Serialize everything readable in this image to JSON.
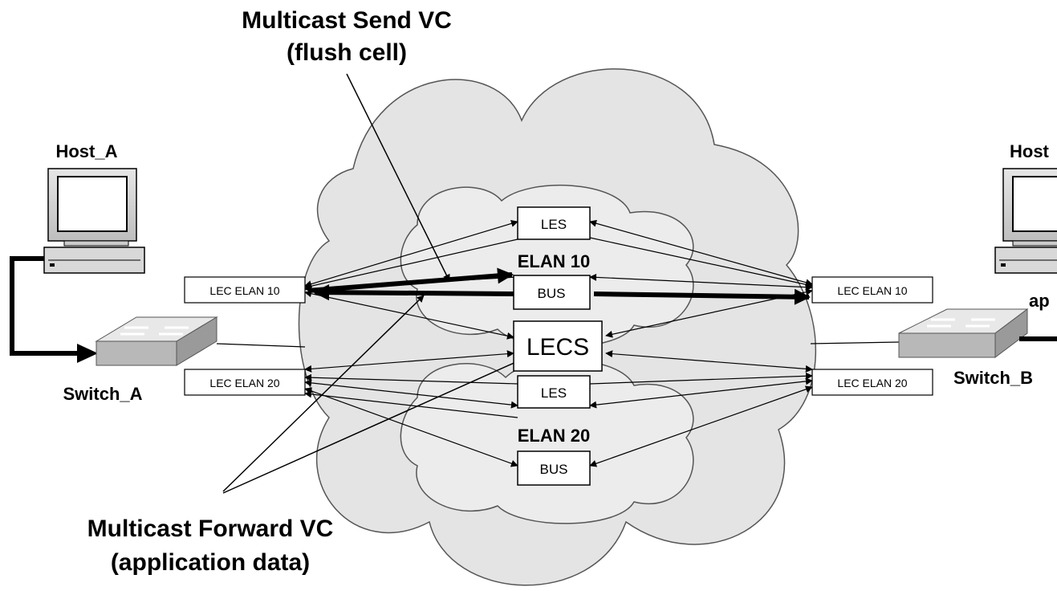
{
  "callouts": {
    "send_line1": "Multicast Send VC",
    "send_line2": "(flush cell)",
    "forward_line1": "Multicast Forward VC",
    "forward_line2": "(application data)"
  },
  "hosts": {
    "host_a": "Host_A",
    "host_b": "Host",
    "host_b_partial_label": "ap"
  },
  "switches": {
    "switch_a": "Switch_A",
    "switch_b": "Switch_B"
  },
  "lec": {
    "left_elan10": "LEC ELAN 10",
    "left_elan20": "LEC ELAN 20",
    "right_elan10": "LEC ELAN 10",
    "right_elan20": "LEC ELAN 20"
  },
  "servers": {
    "les_10": "LES",
    "bus_10": "BUS",
    "lecs": "LECS",
    "les_20": "LES",
    "bus_20": "BUS"
  },
  "elans": {
    "elan10": "ELAN 10",
    "elan20": "ELAN 20"
  },
  "colors": {
    "cloud_fill": "#e4e4e4",
    "inner_cloud_fill": "#ececec",
    "switch_fill": "#c8c8c8",
    "line": "#000000"
  }
}
